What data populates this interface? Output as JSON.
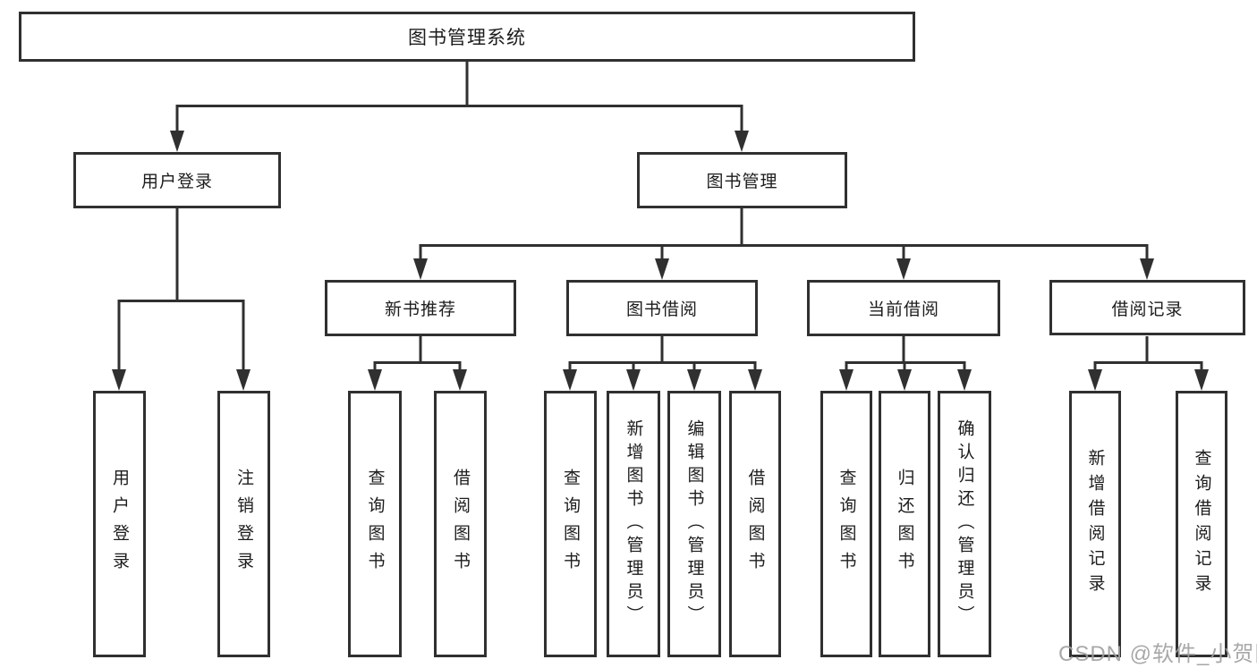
{
  "diagram": {
    "root": {
      "label": "图书管理系统"
    },
    "level2": [
      {
        "label": "用户登录"
      },
      {
        "label": "图书管理"
      }
    ],
    "level3": [
      {
        "label": "新书推荐"
      },
      {
        "label": "图书借阅"
      },
      {
        "label": "当前借阅"
      },
      {
        "label": "借阅记录"
      }
    ],
    "leaves": {
      "user_login": [
        "用户登录",
        "注销登录"
      ],
      "new_book_recommend": [
        "查询图书",
        "借阅图书"
      ],
      "book_borrow": [
        "查询图书",
        "新增图书（管理员）",
        "编辑图书（管理员）",
        "借阅图书"
      ],
      "current_borrow": [
        "查询图书",
        "归还图书",
        "确认归还（管理员）"
      ],
      "borrow_record": [
        "新增借阅记录",
        "查询借阅记录"
      ]
    },
    "watermark": "CSDN @软件_小贺同学",
    "colors": {
      "line": "#303030",
      "text": "#1c1c1c",
      "box_background": "#ffffff",
      "page_background": "#ffffff",
      "watermark": "#9e9e9e"
    }
  }
}
